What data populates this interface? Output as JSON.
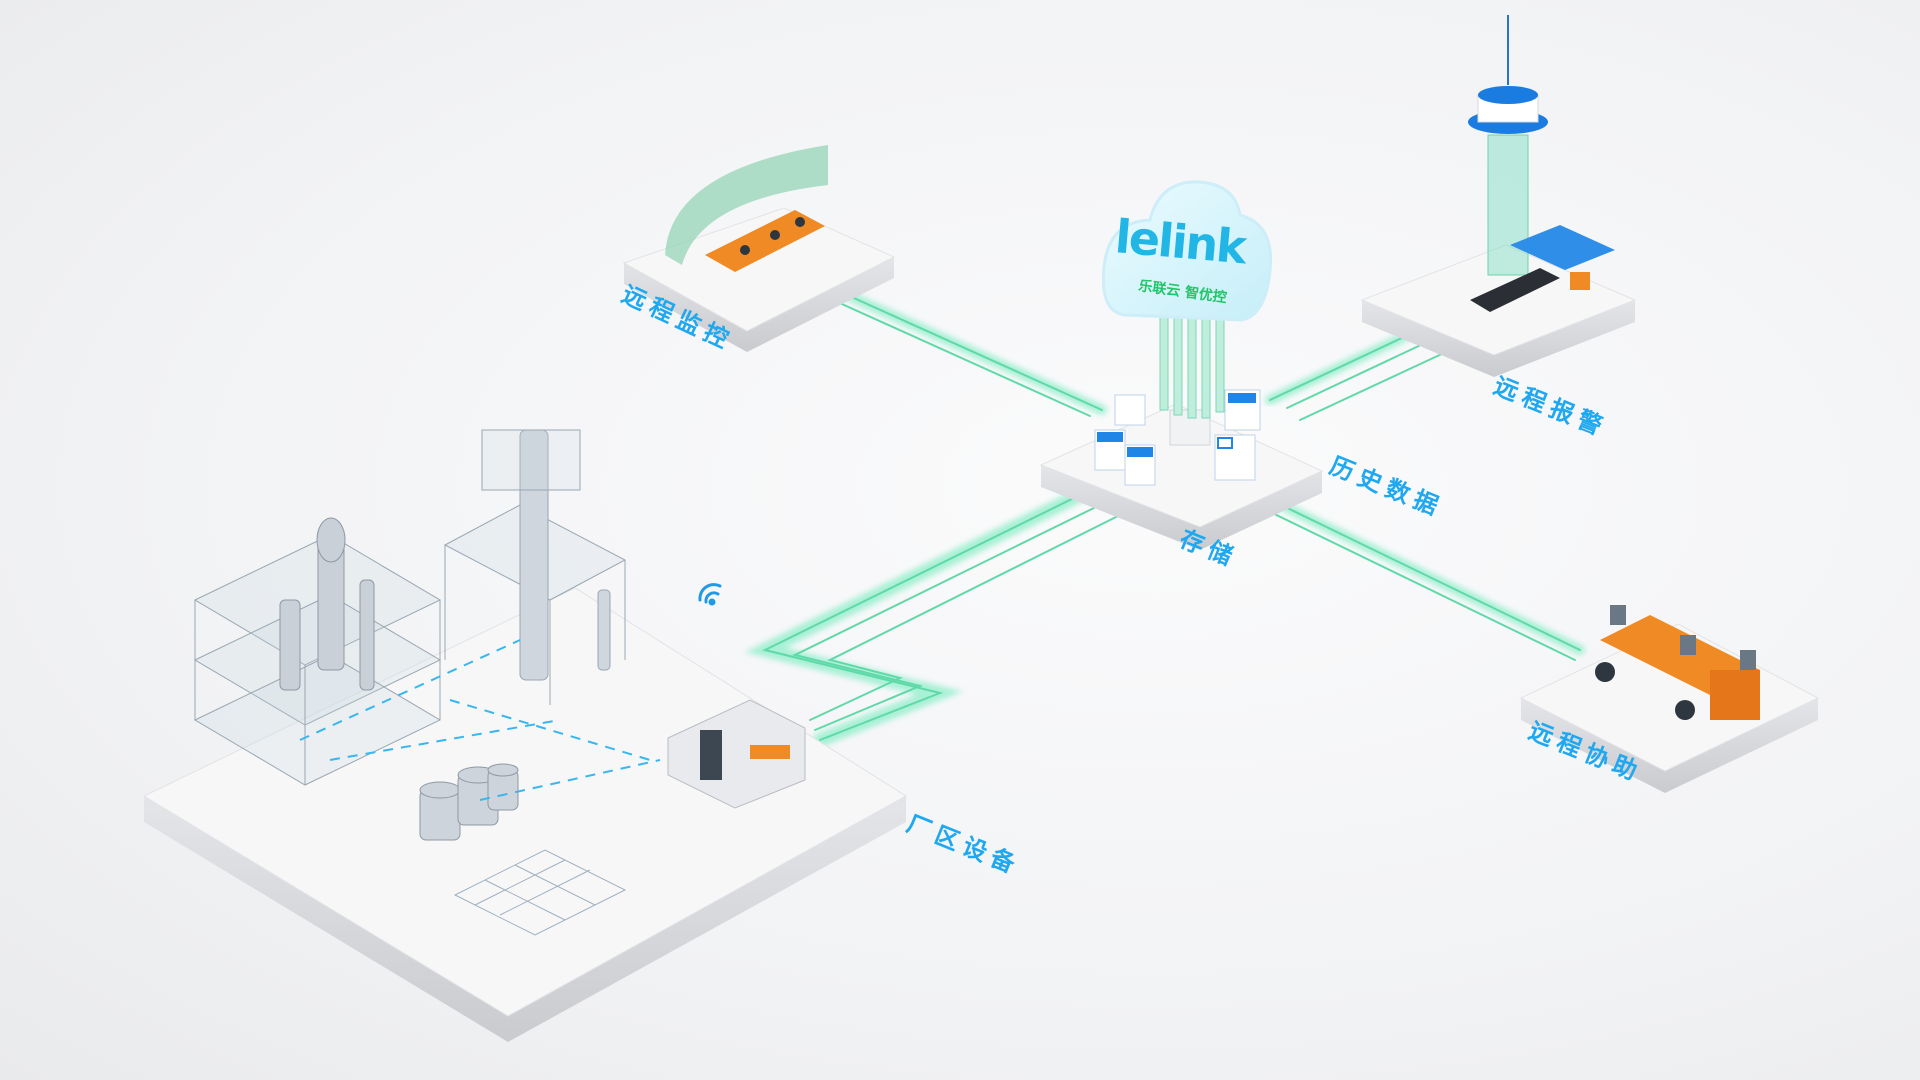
{
  "logo": {
    "brand": "lelink",
    "slogan": "乐联云 智优控"
  },
  "labels": {
    "remote_monitoring": "远程监控",
    "remote_alarm": "远程报警",
    "history_data": "历史数据",
    "storage": "存储",
    "remote_assist": "远程协助",
    "factory_equipment": "厂区设备"
  },
  "colors": {
    "accent": "#1fa8f0",
    "link": "#7fe3c0",
    "orange": "#f08a24",
    "platform": "#f7f7f8"
  }
}
